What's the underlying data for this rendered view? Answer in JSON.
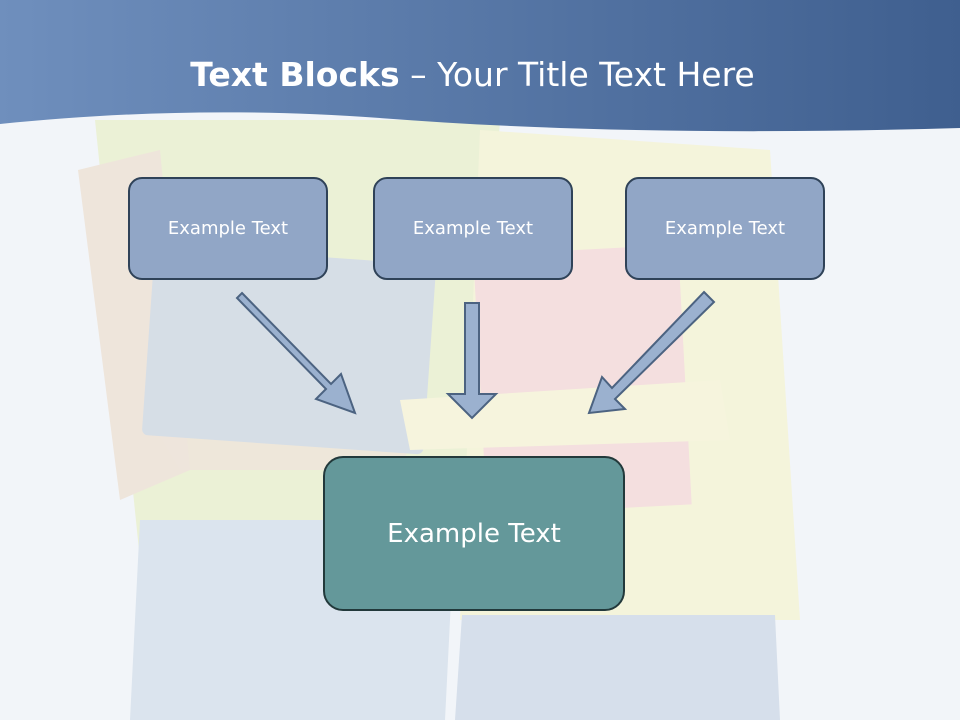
{
  "header": {
    "title_bold": "Text Blocks",
    "title_rest": " – Your Title Text Here"
  },
  "blocks": [
    {
      "label": "Example Text"
    },
    {
      "label": "Example Text"
    },
    {
      "label": "Example Text"
    }
  ],
  "target": {
    "label": "Example Text"
  },
  "colors": {
    "header_band": "#4f6f9c",
    "small_box_fill": "#91a6c6",
    "target_box_fill": "#64989a",
    "arrow_fill": "#9bb1cf",
    "arrow_stroke": "#4c6381"
  }
}
